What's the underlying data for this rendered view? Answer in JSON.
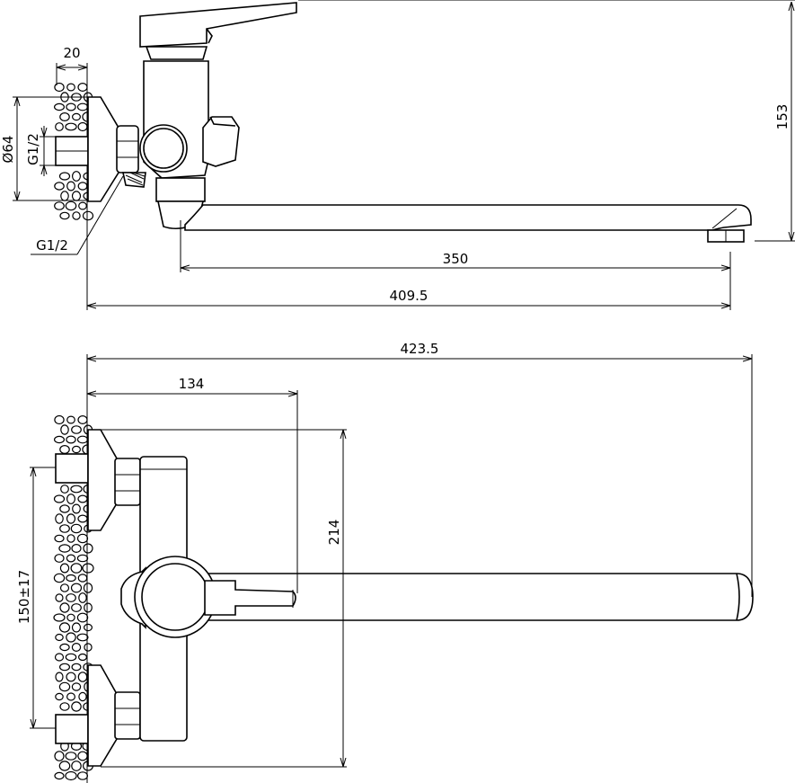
{
  "side_view": {
    "dims": {
      "wall_thickness": "20",
      "flange_dia": "Ø64",
      "inlet_thread": "G1/2",
      "side_thread": "G1/2",
      "height": "153",
      "spout_reach": "350",
      "overall_reach": "409.5"
    }
  },
  "top_view": {
    "dims": {
      "overall_length": "423.5",
      "lever_reach": "134",
      "body_height": "214",
      "center_distance": "150±17"
    }
  },
  "colors": {
    "line": "#000000",
    "background": "#ffffff"
  }
}
